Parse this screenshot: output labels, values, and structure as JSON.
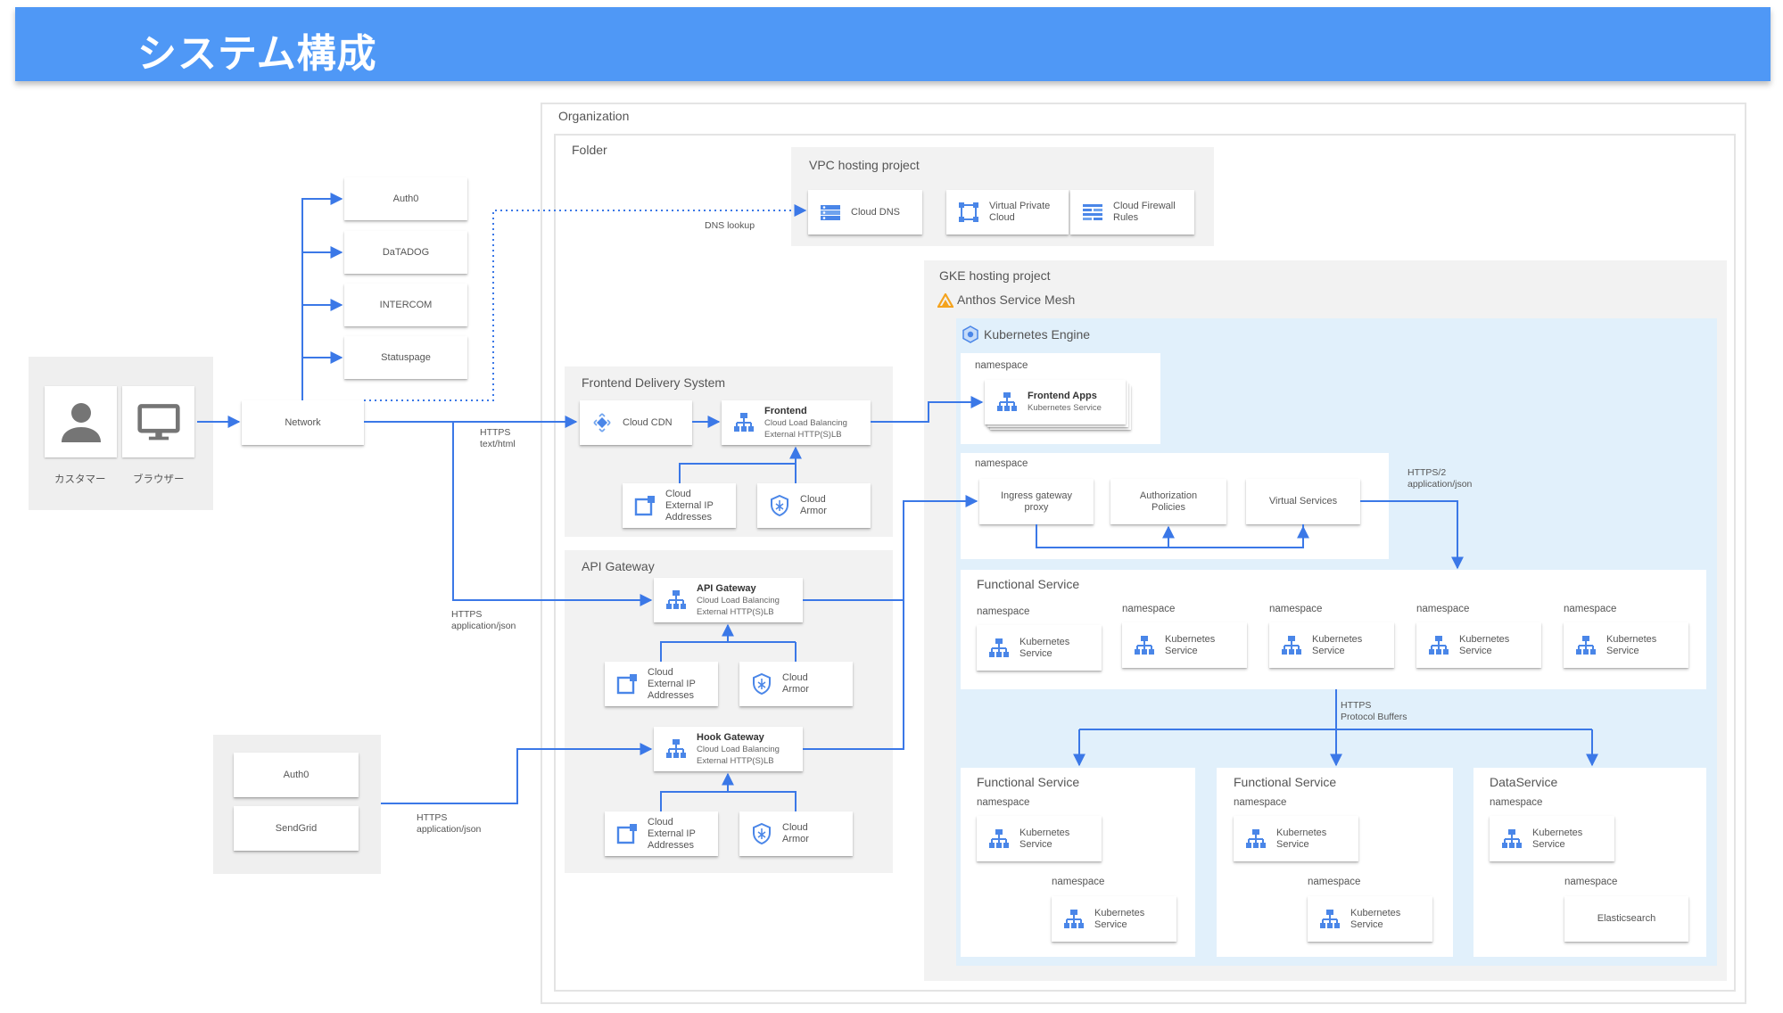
{
  "header": {
    "title": "システム構成"
  },
  "colors": {
    "header": "#4f98f6",
    "arrow": "#3b78e7",
    "k8s_bg": "#e1f0fb",
    "icon": "#4a86e8",
    "anthos": "#f4a31e"
  },
  "users": {
    "customer": "カスタマー",
    "browser": "ブラウザー"
  },
  "network": {
    "label": "Network"
  },
  "external_services": [
    "Auth0",
    "DaTADOG",
    "INTERCOM",
    "Statuspage"
  ],
  "hook_sources": [
    "Auth0",
    "SendGrid"
  ],
  "regions": {
    "organization": "Organization",
    "folder": "Folder",
    "vpc": "VPC hosting project",
    "gke": "GKE hosting project",
    "anthos": "Anthos Service Mesh",
    "k8s": "Kubernetes Engine",
    "frontend_delivery": "Frontend Delivery System",
    "api_gateway": "API Gateway"
  },
  "vpc": {
    "dns": "Cloud DNS",
    "vpc": [
      "Virtual Private",
      "Cloud"
    ],
    "firewall": [
      "Cloud Firewall",
      "Rules"
    ]
  },
  "edge_labels": {
    "dns_lookup": "DNS lookup",
    "https_html": [
      "HTTPS",
      "text/html"
    ],
    "https_json_api": [
      "HTTPS",
      "application/json"
    ],
    "https_json_hook": [
      "HTTPS",
      "application/json"
    ],
    "http2_json": [
      "HTTPS/2",
      "application/json"
    ],
    "https_protobuf": [
      "HTTPS",
      "Protocol Buffers"
    ]
  },
  "frontend_delivery": {
    "cdn": "Cloud CDN",
    "lb_title": "Frontend",
    "lb_sub": [
      "Cloud Load Balancing",
      "External HTTP(S)LB"
    ],
    "ip": [
      "Cloud",
      "External IP",
      "Addresses"
    ],
    "armor": [
      "Cloud",
      "Armor"
    ]
  },
  "api_gateway": {
    "lb_title": "API Gateway",
    "lb_sub": [
      "Cloud Load Balancing",
      "External HTTP(S)LB"
    ],
    "ip": [
      "Cloud",
      "External IP",
      "Addresses"
    ],
    "armor": [
      "Cloud",
      "Armor"
    ]
  },
  "hook_gateway": {
    "lb_title": "Hook Gateway",
    "lb_sub": [
      "Cloud Load Balancing",
      "External HTTP(S)LB"
    ],
    "ip": [
      "Cloud",
      "External IP",
      "Addresses"
    ],
    "armor": [
      "Cloud",
      "Armor"
    ]
  },
  "namespace": "namespace",
  "frontend_apps": {
    "title": "Frontend Apps",
    "sub": "Kubernetes Service"
  },
  "mesh": {
    "ingress": [
      "Ingress gateway",
      "proxy"
    ],
    "authz": [
      "Authorization",
      "Policies"
    ],
    "vs": "Virtual Services"
  },
  "k8s_service": [
    "Kubernetes",
    "Service"
  ],
  "functional_service": "Functional Service",
  "data_service": "DataService",
  "elasticsearch": "Elasticsearch"
}
